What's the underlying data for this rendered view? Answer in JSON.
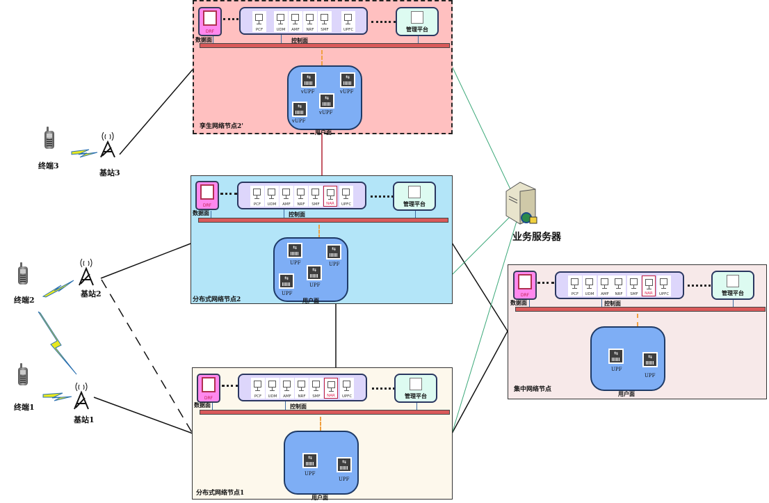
{
  "diagram": {
    "nodes": [
      {
        "id": "node2prime",
        "title": "孪生网络节点2'",
        "background": "#ffc0c0",
        "border_style": "dashed",
        "data_plane_label": "数据面",
        "control_plane_label": "控制面",
        "user_plane_label": "用户面",
        "drf_label": "DRF",
        "mgmt_label": "管理平台",
        "nfs": [
          "PCF",
          "UDM",
          "AMF",
          "NRF",
          "SMF",
          "UPFC"
        ],
        "upfs": [
          "vUPF",
          "vUPF",
          "vUPF",
          "vUPF"
        ]
      },
      {
        "id": "node2",
        "title": "分布式网络节点2",
        "background": "#b3e5f8",
        "border_style": "solid",
        "data_plane_label": "数据面",
        "control_plane_label": "控制面",
        "user_plane_label": "用户面",
        "drf_label": "DRF",
        "mgmt_label": "管理平台",
        "nfs": [
          "PCF",
          "UDM",
          "AMF",
          "NRF",
          "SMF",
          "NAR",
          "UPFC"
        ],
        "upfs": [
          "UPF",
          "UPF",
          "UPF",
          "UPF"
        ]
      },
      {
        "id": "node1",
        "title": "分布式网络节点1",
        "background": "#fdf8ec",
        "border_style": "solid",
        "data_plane_label": "数据面",
        "control_plane_label": "控制面",
        "user_plane_label": "用户面",
        "drf_label": "DRF",
        "mgmt_label": "管理平台",
        "nfs": [
          "PCF",
          "UDM",
          "AMF",
          "NRF",
          "SMF",
          "NAR",
          "UPFC"
        ],
        "upfs": [
          "UPF",
          "UPF"
        ]
      },
      {
        "id": "central",
        "title": "集中网络节点",
        "background": "#f7e9e9",
        "border_style": "solid",
        "data_plane_label": "数据面",
        "control_plane_label": "控制面",
        "user_plane_label": "用户面",
        "drf_label": "DRF",
        "mgmt_label": "管理平台",
        "nfs": [
          "PCF",
          "UDM",
          "AMF",
          "NRF",
          "SMF",
          "NAR",
          "UPFC"
        ],
        "upfs": [
          "UPF",
          "UPF"
        ]
      }
    ],
    "terminals": [
      "终端3",
      "终端2",
      "终端1"
    ],
    "base_stations": [
      "基站3",
      "基站2",
      "基站1"
    ],
    "server_label": "业务服务器",
    "colors": {
      "bus": "#d95a5a",
      "control_plane": "#ddd6fb",
      "user_plane": "#7eaef5",
      "server_link": "#3aa878",
      "twin_link": "#b02030"
    }
  }
}
